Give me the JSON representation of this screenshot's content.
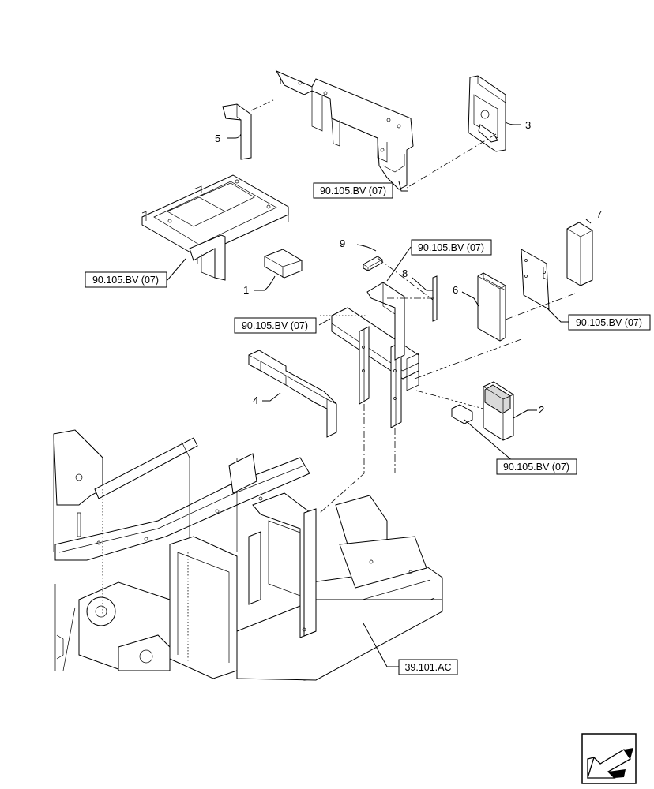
{
  "callouts": [
    {
      "id": "1",
      "label": "1"
    },
    {
      "id": "2",
      "label": "2"
    },
    {
      "id": "3",
      "label": "3"
    },
    {
      "id": "4",
      "label": "4"
    },
    {
      "id": "5",
      "label": "5"
    },
    {
      "id": "6",
      "label": "6"
    },
    {
      "id": "7",
      "label": "7"
    },
    {
      "id": "8",
      "label": "8"
    },
    {
      "id": "9",
      "label": "9"
    }
  ],
  "references": [
    {
      "id": "ref-top",
      "label": "90.105.BV (07)"
    },
    {
      "id": "ref-left",
      "label": "90.105.BV (07)"
    },
    {
      "id": "ref-mid-top",
      "label": "90.105.BV (07)"
    },
    {
      "id": "ref-mid-left",
      "label": "90.105.BV (07)"
    },
    {
      "id": "ref-right",
      "label": "90.105.BV (07)"
    },
    {
      "id": "ref-bottom-right",
      "label": "90.105.BV (07)"
    },
    {
      "id": "ref-chassis",
      "label": "39.101.AC"
    }
  ],
  "nav_icon": "next-page-arrow-icon"
}
